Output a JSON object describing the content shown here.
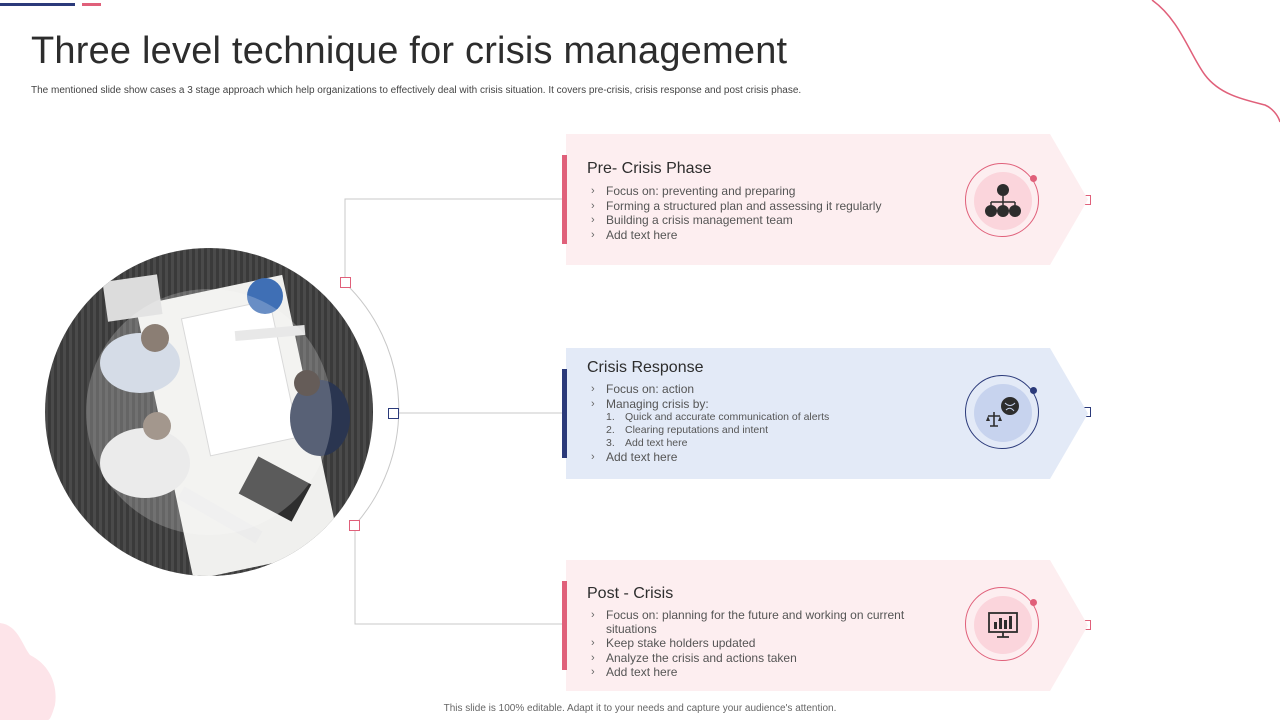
{
  "header": {
    "title": "Three level technique for crisis management",
    "subtitle": "The mentioned  slide show cases a 3 stage approach which help organizations to effectively deal with crisis situation. It covers pre-crisis, crisis response and post crisis phase."
  },
  "footer": {
    "text": "This slide is 100% editable.  Adapt it to your needs and capture your audience's attention."
  },
  "colors": {
    "pink_accent": "#e0607a",
    "navy_accent": "#2b3a7a",
    "pink_panel": "#fdeef0",
    "blue_panel": "#e3eaf7"
  },
  "phases": [
    {
      "title": "Pre- Crisis Phase",
      "bullets": [
        "Focus on: preventing and preparing",
        "Forming a structured plan and assessing it regularly",
        "Building a crisis management team",
        "Add text here"
      ],
      "icon": "hierarchy-people-icon"
    },
    {
      "title": "Crisis Response",
      "bullets": [
        "Focus on: action",
        "Managing crisis by:",
        "Add text here"
      ],
      "sub_items": [
        {
          "num": "1.",
          "text": "Quick and accurate communication of alerts"
        },
        {
          "num": "2.",
          "text": "Clearing reputations and intent"
        },
        {
          "num": "3.",
          "text": "Add text here"
        }
      ],
      "icon": "scale-globe-icon"
    },
    {
      "title": "Post  - Crisis",
      "bullets": [
        "Focus on: planning for the future and working on current",
        "situations",
        "Keep stake holders updated",
        "Analyze  the crisis and actions taken",
        "Add text here"
      ],
      "icon": "monitor-chart-icon"
    }
  ]
}
